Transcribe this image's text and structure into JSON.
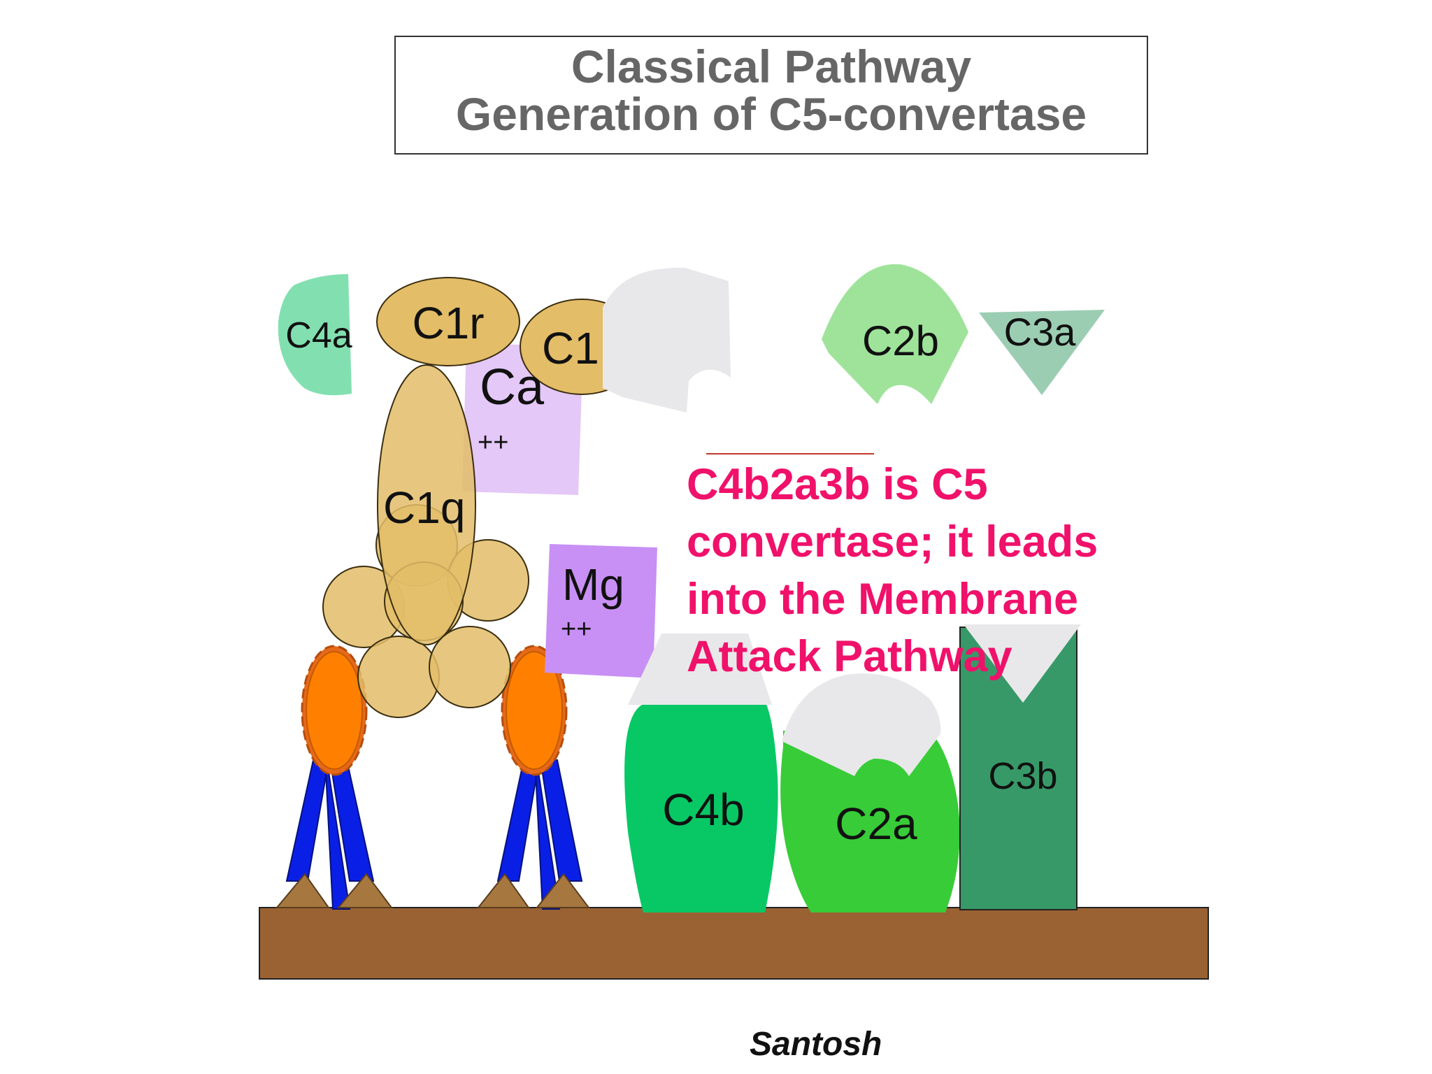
{
  "title": {
    "line1": "Classical Pathway",
    "line2": "Generation of C5-convertase"
  },
  "labels": {
    "c4a": "C4a",
    "c1r": "C1r",
    "c1s": "C1",
    "c1q": "C1q",
    "ca": "Ca",
    "ca_charge": "++",
    "mg": "Mg",
    "mg_charge": "++",
    "c2b": "C2b",
    "c3a": "C3a",
    "c4b": "C4b",
    "c2a": "C2a",
    "c3b": "C3b"
  },
  "note": {
    "line1": "C4b2a3b is C5",
    "line2": "convertase; it leads",
    "line3": "into the Membrane",
    "line4": "Attack Pathway"
  },
  "author": "Santosh",
  "colors": {
    "note_text": "#f0116a",
    "membrane": "#9a6232",
    "c1_complex": "#e3bd68",
    "ca_ion": "#e4c8f8",
    "mg_ion": "#c890f4",
    "c4a": "#82e0b0",
    "c2b": "#9fe39b",
    "c3a": "#9bcdb3",
    "c4b": "#07c865",
    "c2a": "#38cc38",
    "c3b": "#389968",
    "antibody": "#0a1fe6",
    "antigen": "#ff8000"
  }
}
